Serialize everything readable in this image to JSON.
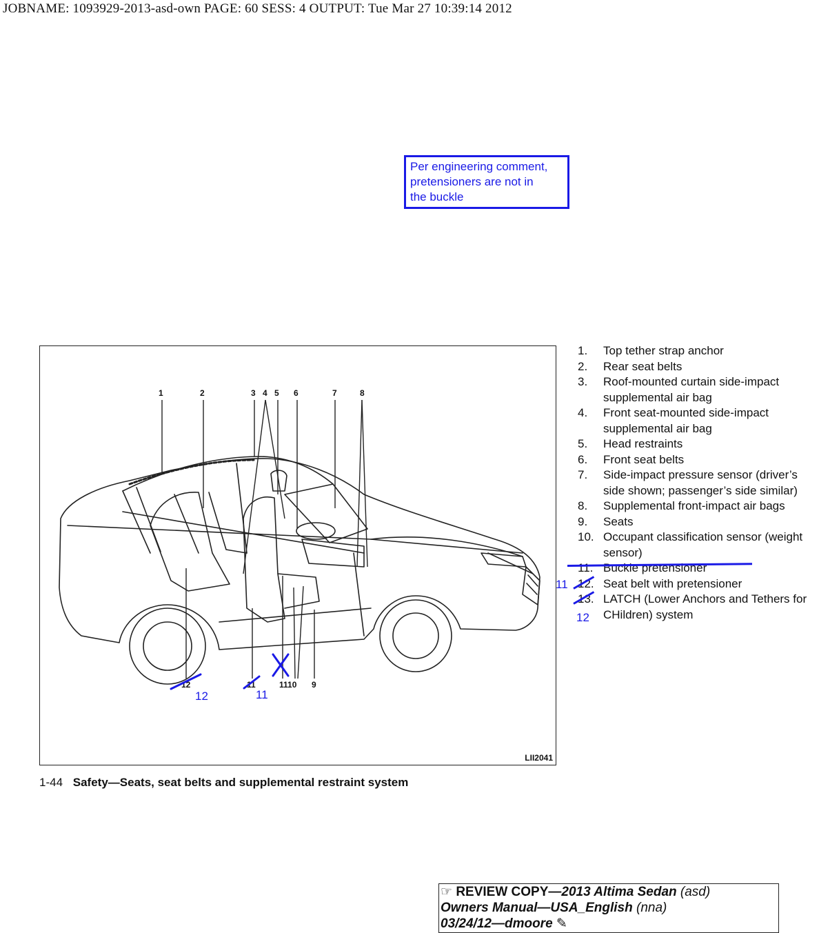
{
  "header": {
    "jobline": "JOBNAME: 1093929-2013-asd-own  PAGE: 60  SESS: 4  OUTPUT: Tue Mar 27 10:39:14 2012"
  },
  "engineering_note": {
    "line1": "Per engineering comment,",
    "line2": "pretensioners are not in",
    "line3": "the buckle"
  },
  "figure": {
    "id": "LII2041",
    "top_labels": [
      "1",
      "2",
      "3",
      "4",
      "5",
      "6",
      "7",
      "8"
    ],
    "bottom_labels": [
      "12",
      "11",
      "1110",
      "9"
    ],
    "markup_labels": [
      "12",
      "11",
      "11",
      "12"
    ]
  },
  "legend": [
    {
      "num": "1.",
      "text": "Top tether strap anchor"
    },
    {
      "num": "2.",
      "text": "Rear seat belts"
    },
    {
      "num": "3.",
      "text": "Roof-mounted curtain side-impact supplemental air bag"
    },
    {
      "num": "4.",
      "text": "Front seat-mounted side-impact supplemental air bag"
    },
    {
      "num": "5.",
      "text": "Head restraints"
    },
    {
      "num": "6.",
      "text": "Front seat belts"
    },
    {
      "num": "7.",
      "text": "Side-impact pressure sensor (driver’s side shown; passenger’s side similar)"
    },
    {
      "num": "8.",
      "text": "Supplemental front-impact air bags"
    },
    {
      "num": "9.",
      "text": "Seats"
    },
    {
      "num": "10.",
      "text": "Occupant classification sensor (weight sensor)"
    },
    {
      "num": "11.",
      "text": "Buckle pretensioner"
    },
    {
      "num": "12.",
      "text": "Seat belt with pretensioner"
    },
    {
      "num": "13.",
      "text": "LATCH (Lower Anchors and Tethers for CHildren) system"
    }
  ],
  "footer": {
    "page": "1-44",
    "section": "Safety—Seats, seat belts and supplemental restraint system"
  },
  "review_box": {
    "hand": "☞",
    "label": "REVIEW COPY—",
    "model": "2013 Altima Sedan",
    "model_code": "(asd)",
    "manual": "Owners Manual—USA_English",
    "lang_code": "(nna)",
    "date": "03/24/12—dmoore",
    "end_glyph": "✎"
  },
  "colors": {
    "markup": "#1a1ae6",
    "ink": "#111111"
  }
}
